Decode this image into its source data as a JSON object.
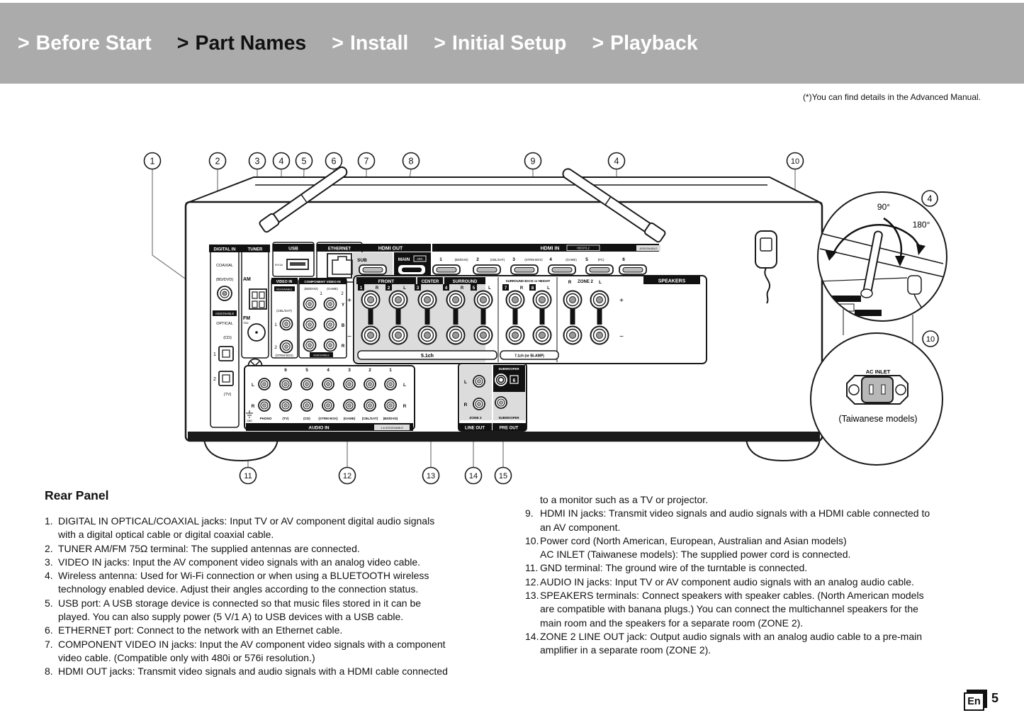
{
  "nav": {
    "chevron": ">",
    "items": [
      {
        "label": "Before Start",
        "active": false
      },
      {
        "label": "Part Names",
        "active": true
      },
      {
        "label": "Install",
        "active": false
      },
      {
        "label": "Initial Setup",
        "active": false
      },
      {
        "label": "Playback",
        "active": false
      }
    ]
  },
  "note": "(*)You can find details in the Advanced Manual.",
  "diagram": {
    "callouts": {
      "c1": "1",
      "c2": "2",
      "c3": "3",
      "c4": "4",
      "c5": "5",
      "c6": "6",
      "c7": "7",
      "c8": "8",
      "c9": "9",
      "c10": "10",
      "c11": "11",
      "c12": "12",
      "c13": "13",
      "c14": "14",
      "c15": "15"
    },
    "insets": {
      "rotation": {
        "callout": "4",
        "angle1": "90°",
        "angle2": "180°"
      },
      "ac": {
        "callout": "10",
        "label": "AC INLET",
        "caption": "(Taiwanese models)"
      }
    },
    "panel": {
      "digital_in": {
        "header": "DIGITAL IN",
        "coaxial": "COAXIAL",
        "coax_src": "(BD/DVD)",
        "assignable": "ASSIGNABLE",
        "optical": "OPTICAL",
        "cd": "(CD)",
        "n1": "1",
        "n2": "2",
        "tv": "(TV)"
      },
      "tuner": {
        "header": "TUNER",
        "am": "AM",
        "fm": "FM",
        "ohm": "75Ω"
      },
      "usb": {
        "header": "USB",
        "power": "5V/1A"
      },
      "ethernet": {
        "header": "ETHERNET"
      },
      "hdmi_out": {
        "header": "HDMI OUT",
        "sub": "SUB",
        "main": "MAIN",
        "arc": "ARC"
      },
      "hdmi_in": {
        "header": "HDMI IN",
        "hdcp": "HDCP2.2",
        "assignable": "ASSIGNABLE",
        "ports": [
          {
            "num": "1",
            "label": "(BD/DVD)"
          },
          {
            "num": "2",
            "label": "(CBL/SAT)"
          },
          {
            "num": "3",
            "label": "(STRM BOX)"
          },
          {
            "num": "4",
            "label": "(GAME)"
          },
          {
            "num": "5",
            "label": "(PC)"
          },
          {
            "num": "6",
            "label": ""
          }
        ]
      },
      "video_in": {
        "header": "VIDEO IN",
        "assignable": "ASSIGNABLE",
        "cbl": "(CBL/SAT)",
        "n1": "1",
        "n2": "2",
        "strm": "(STRM BOX)"
      },
      "component": {
        "header": "COMPONENT VIDEO IN",
        "bd": "(BD/DVD)",
        "game": "(GAME)",
        "n1": "1",
        "n2": "2",
        "y": "Y",
        "b": "B",
        "r": "R",
        "assignable": "ASSIGNABLE"
      },
      "speakers": {
        "label": "SPEAKERS",
        "plus": "+",
        "minus": "−",
        "ch51": "5.1ch",
        "ch71": "7.1ch (or Bi-AMP)",
        "groups": [
          {
            "name": "FRONT",
            "posts": [
              {
                "n": "1",
                "ch": "R"
              },
              {
                "n": "2",
                "ch": "L"
              }
            ]
          },
          {
            "name": "CENTER",
            "posts": [
              {
                "n": "3",
                "ch": ""
              }
            ]
          },
          {
            "name": "SURROUND",
            "posts": [
              {
                "n": "4",
                "ch": "R"
              },
              {
                "n": "5",
                "ch": "L"
              }
            ]
          },
          {
            "name": "SURROUND BACK or HEIGHT",
            "posts": [
              {
                "n": "7",
                "ch": "R"
              },
              {
                "n": "8",
                "ch": "L"
              }
            ]
          },
          {
            "name": "ZONE 2",
            "posts": [
              {
                "n": "",
                "ch": "R"
              },
              {
                "n": "",
                "ch": "L"
              }
            ]
          }
        ]
      },
      "audio_in": {
        "header": "AUDIO IN",
        "badge": "1-6 ASSIGNABLE",
        "gnd": "GND",
        "l": "L",
        "r": "R",
        "columns": [
          {
            "num": "",
            "label": "PHONO"
          },
          {
            "num": "6",
            "label": "(TV)"
          },
          {
            "num": "5",
            "label": "(CD)"
          },
          {
            "num": "4",
            "label": "(STRM BOX)"
          },
          {
            "num": "3",
            "label": "(GAME)"
          },
          {
            "num": "2",
            "label": "(CBL/SAT)"
          },
          {
            "num": "1",
            "label": "(BD/DVD)"
          }
        ]
      },
      "outs": {
        "l": "L",
        "r": "R",
        "sub_header": "SUBWOOFER",
        "sub_badge": "6",
        "zone2": "ZONE 2",
        "subwoofer": "SUBWOOFER",
        "line_out": "LINE OUT",
        "pre_out": "PRE OUT"
      }
    }
  },
  "content": {
    "heading": "Rear Panel",
    "left_items": [
      {
        "num": "1.",
        "text": "DIGITAL IN OPTICAL/COAXIAL jacks: Input TV or AV component digital audio signals\nwith a digital optical cable or digital coaxial cable."
      },
      {
        "num": "2.",
        "text": "TUNER AM/FM 75Ω terminal: The supplied antennas are connected."
      },
      {
        "num": "3.",
        "text": "VIDEO IN jacks: Input the AV component video signals with an analog video cable."
      },
      {
        "num": "4.",
        "text": "Wireless antenna: Used for Wi-Fi connection or when using a BLUETOOTH wireless\ntechnology enabled device. Adjust their angles according to the connection status."
      },
      {
        "num": "5.",
        "text": "USB port: A USB storage device is connected so that music files stored in it can be\nplayed. You can also supply power (5 V/1 A) to USB devices with a USB cable."
      },
      {
        "num": "6.",
        "text": "ETHERNET port: Connect to the network with an Ethernet cable."
      },
      {
        "num": "7.",
        "text": "COMPONENT VIDEO IN jacks: Input the AV component video signals with a component\nvideo cable. (Compatible only with 480i or 576i resolution.)"
      },
      {
        "num": "8.",
        "text": "HDMI OUT jacks: Transmit video signals and audio signals with a HDMI cable connected"
      }
    ],
    "right_continuation": "to a monitor such as a TV or projector.",
    "right_items": [
      {
        "num": "9.",
        "text": "HDMI IN jacks: Transmit video signals and audio signals with a HDMI cable connected to\nan AV component."
      },
      {
        "num": "10.",
        "text": "Power cord (North American, European, Australian and Asian models)\nAC INLET (Taiwanese models): The supplied power cord is connected."
      },
      {
        "num": "11.",
        "text": "GND terminal: The ground wire of the turntable is connected."
      },
      {
        "num": "12.",
        "text": "AUDIO IN jacks: Input TV or AV component audio signals with an analog audio cable."
      },
      {
        "num": "13.",
        "text": "SPEAKERS terminals: Connect speakers with speaker cables. (North American models\nare compatible with banana plugs.) You can connect the multichannel speakers for the\nmain room and the speakers for a separate room (ZONE 2)."
      },
      {
        "num": "14.",
        "text": "ZONE 2 LINE OUT jack: Output audio signals with an analog audio cable to a pre-main\namplifier in a separate room (ZONE 2)."
      }
    ]
  },
  "footer": {
    "lang": "En",
    "page": "5"
  }
}
